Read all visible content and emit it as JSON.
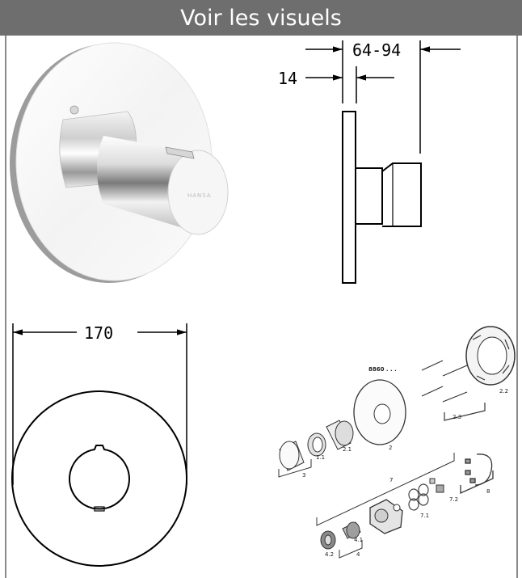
{
  "header": {
    "title": "Voir les visuels"
  },
  "side_view": {
    "overall_depth_label": "64-94",
    "plate_thickness_label": "14"
  },
  "front_view": {
    "diameter_label": "170"
  },
  "product_photo": {
    "brand_label": "HANSA"
  },
  "exploded_view": {
    "model_label": "8860 . . .",
    "part_labels": [
      "2.2",
      "2.3",
      "2",
      "2.1",
      "1.1",
      "3",
      "7",
      "8",
      "7.2",
      "7.1",
      "4.1",
      "4.2",
      "4"
    ]
  }
}
